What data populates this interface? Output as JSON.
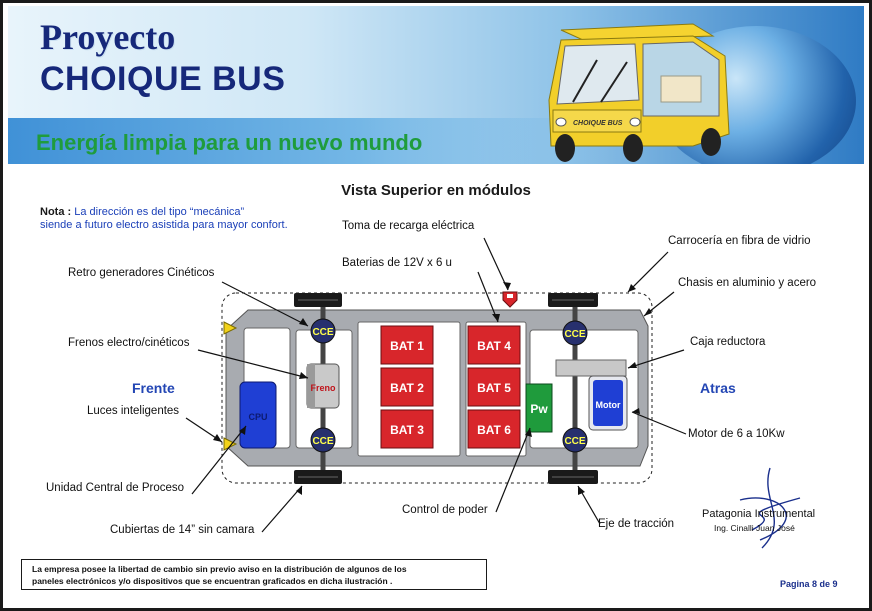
{
  "header": {
    "title_line1": "Proyecto",
    "title_line2": "CHOIQUE BUS",
    "slogan": "Energía limpia para un nuevo mundo",
    "bus_logo": "CHOIQUE BUS"
  },
  "diagram": {
    "title": "Vista Superior en módulos",
    "note_label": "Nota :",
    "note_text_1": "La dirección es del tipo “mecánica”",
    "note_text_2": "siende a futuro electro asistida para mayor confort.",
    "front_label": "Frente",
    "rear_label": "Atras",
    "labels": {
      "toma": "Toma de recarga eléctrica",
      "baterias": "Baterias de 12V x 6 u",
      "retro": "Retro generadores Cinéticos",
      "frenos": "Frenos electro/cinéticos",
      "luces": "Luces inteligentes",
      "ucp": "Unidad Central de Proceso",
      "cubiertas": "Cubiertas de 14” sin camara",
      "control": "Control de poder",
      "eje": "Eje de tracción",
      "carroceria": "Carrocería en fibra de vidrio",
      "chasis": "Chasis en aluminio y acero",
      "caja": "Caja reductora",
      "motor_desc": "Motor de 6 a 10Kw"
    },
    "modules": {
      "bat1": "BAT 1",
      "bat2": "BAT 2",
      "bat3": "BAT 3",
      "bat4": "BAT 4",
      "bat5": "BAT 5",
      "bat6": "BAT 6",
      "cce": "CCE",
      "pw": "Pw",
      "motor": "Motor",
      "freno": "Freno",
      "cpu": "CPU"
    }
  },
  "footer": {
    "disclaimer_1": "La empresa posee la libertad de cambio sin previo aviso en la distribución de algunos de los",
    "disclaimer_2": "paneles electrónicos y/o dispositivos que se encuentran graficados en dicha ilustración .",
    "signature_1": "Patagonia Instrumental",
    "signature_2": "Ing. Cinalli Juan José",
    "page": "Pagina 8 de 9"
  },
  "colors": {
    "title_blue": "#16287a",
    "slogan_green": "#1f9c3c",
    "battery_red": "#d8262b",
    "cpu_blue": "#1f3fd4",
    "pw_green": "#1f9b3c",
    "label_blue": "#2346b4"
  }
}
